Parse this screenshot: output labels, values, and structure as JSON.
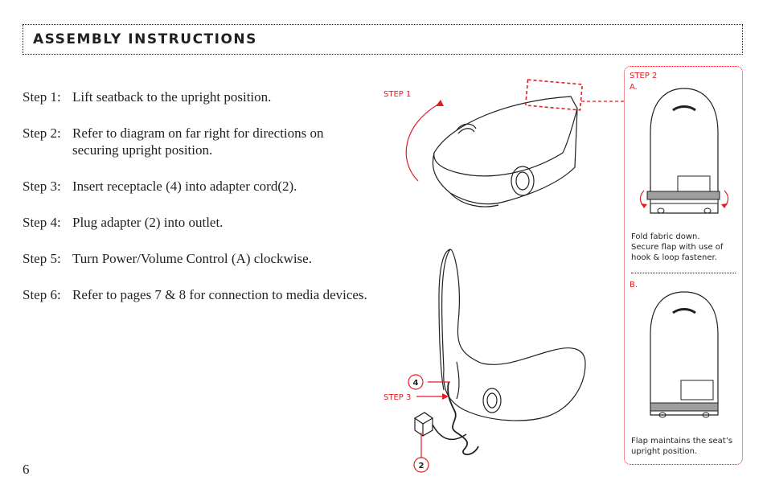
{
  "header": {
    "title": "ASSEMBLY INSTRUCTIONS"
  },
  "steps": [
    {
      "label": "Step 1:",
      "text": "Lift seatback to the upright position."
    },
    {
      "label": "Step 2:",
      "text": "Refer to diagram on far right for directions on securing upright position."
    },
    {
      "label": "Step 3:",
      "text": "Insert receptacle (4) into adapter cord(2)."
    },
    {
      "label": "Step 4:",
      "text": "Plug adapter (2) into outlet."
    },
    {
      "label": "Step 5:",
      "text": "Turn Power/Volume Control (A) clockwise."
    },
    {
      "label": "Step 6:",
      "text": "Refer to pages 7 & 8 for connection to media devices."
    }
  ],
  "diagram": {
    "step1_label": "STEP 1",
    "step3_label": "STEP 3",
    "callout_4": "4",
    "callout_2": "2"
  },
  "panel": {
    "step2_label": "STEP 2",
    "a_label": "A.",
    "a_caption_1": "Fold fabric down.",
    "a_caption_2": "Secure flap with use of",
    "a_caption_3": "hook & loop fastener.",
    "b_label": "B.",
    "b_caption_1": "Flap maintains the seat’s",
    "b_caption_2": "upright position."
  },
  "colors": {
    "accent": "#e31b23",
    "ink": "#231f20"
  },
  "page_number": "6"
}
